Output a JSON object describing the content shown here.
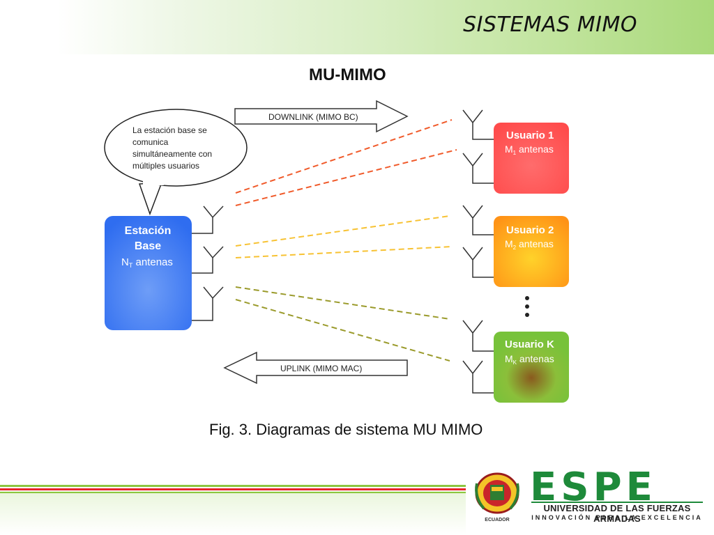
{
  "header": {
    "title": "SISTEMAS MIMO"
  },
  "section_title": "MU-MIMO",
  "diagram": {
    "downlink_label": "DOWNLINK (MIMO BC)",
    "uplink_label": "UPLINK (MIMO MAC)",
    "speech_bubble": [
      "La estación base se",
      "comunica",
      "simultáneamente con",
      "múltiples usuarios"
    ],
    "base_station": {
      "title_line1": "Estación",
      "title_line2": "Base",
      "antennas_symbol": "N",
      "antennas_sub": "T",
      "antennas_text": " antenas"
    },
    "users": [
      {
        "name": "Usuario 1",
        "symbol": "M",
        "sub": "1",
        "text": " antenas",
        "color": "#ff4f4f"
      },
      {
        "name": "Usuario 2",
        "symbol": "M",
        "sub": "2",
        "text": " antenas",
        "color": "#ff9a1a"
      },
      {
        "name": "Usuario K",
        "symbol": "M",
        "sub": "K",
        "text": " antenas",
        "color": "#7cc23c"
      }
    ],
    "link_colors": {
      "user1": "#f05a2a",
      "user2": "#f7c233",
      "userK": "#9a9a2a"
    },
    "base_color": "#2f6df0"
  },
  "caption": "Fig. 3. Diagramas de sistema MU MIMO",
  "footer": {
    "logo_word": "ESPE",
    "logo_line1": "UNIVERSIDAD DE LAS FUERZAS ARMADAS",
    "logo_line2": "INNOVACIÓN PARA LA EXCELENCIA",
    "shield_text": "ECUADOR"
  }
}
